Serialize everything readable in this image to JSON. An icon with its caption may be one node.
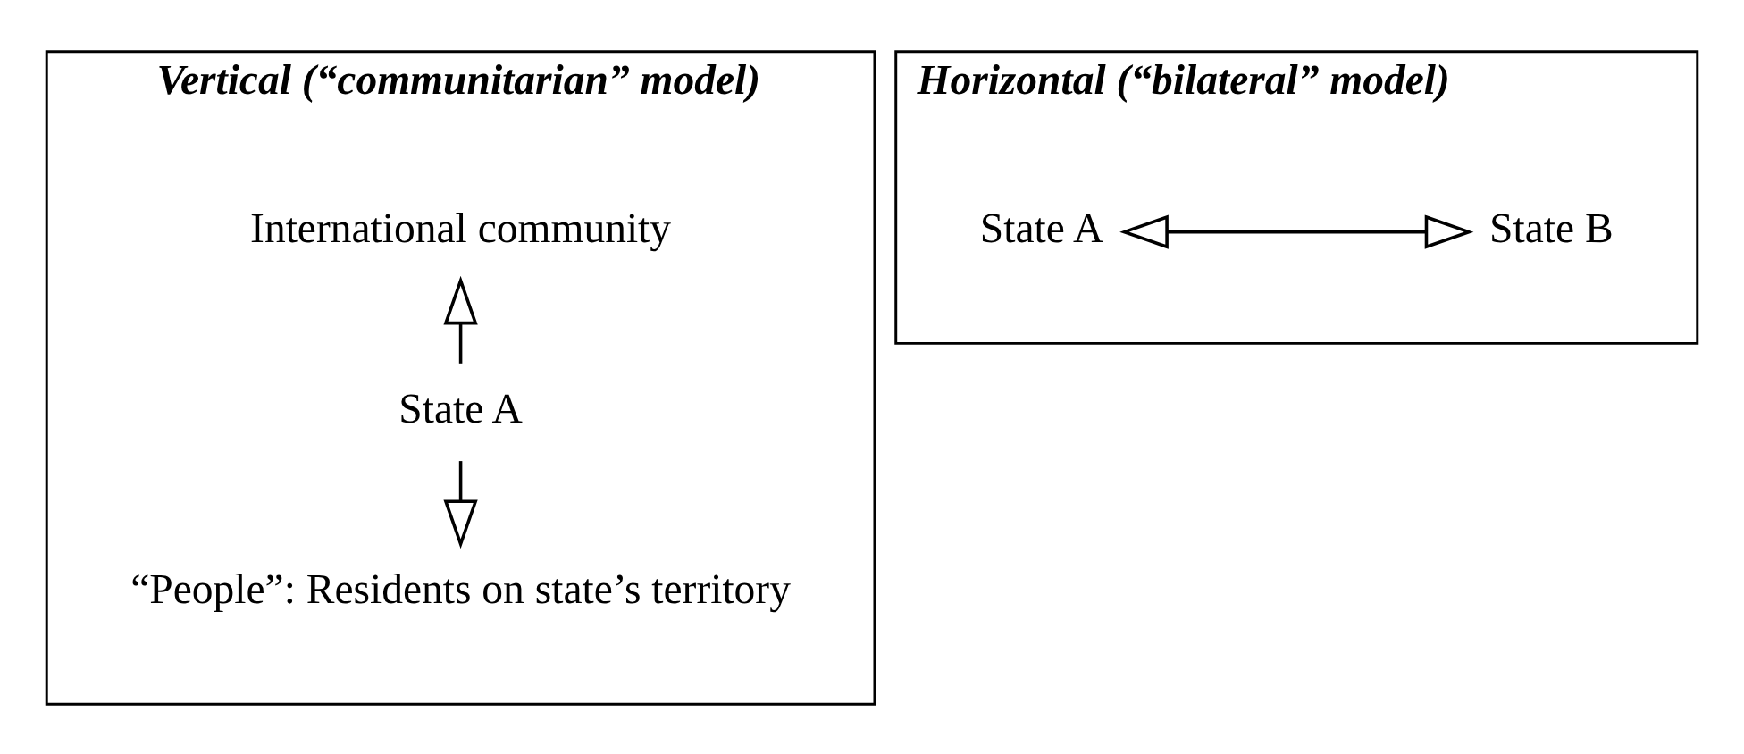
{
  "diagram": {
    "nodes": [
      {
        "text": [
          "Vertical (“communitarian” model)"
        ]
      },
      {
        "text": [
          "International community"
        ],
        "in": 0
      },
      {
        "text": [
          "State A"
        ],
        "in": 0
      },
      {
        "text": [
          "“People”: Residents on state’s territory"
        ],
        "in": 0
      },
      {
        "text": [
          "Horizontal (“bilateral” model)"
        ]
      },
      {
        "text": [
          "State A"
        ],
        "in": 4
      },
      {
        "text": [
          "State B"
        ],
        "in": 4
      }
    ],
    "edges": [
      {
        "from": 2,
        "to": 1,
        "arrow": "to"
      },
      {
        "from": 2,
        "to": 3,
        "arrow": "to"
      },
      {
        "from": 5,
        "to": 6,
        "arrow": "both"
      }
    ]
  }
}
